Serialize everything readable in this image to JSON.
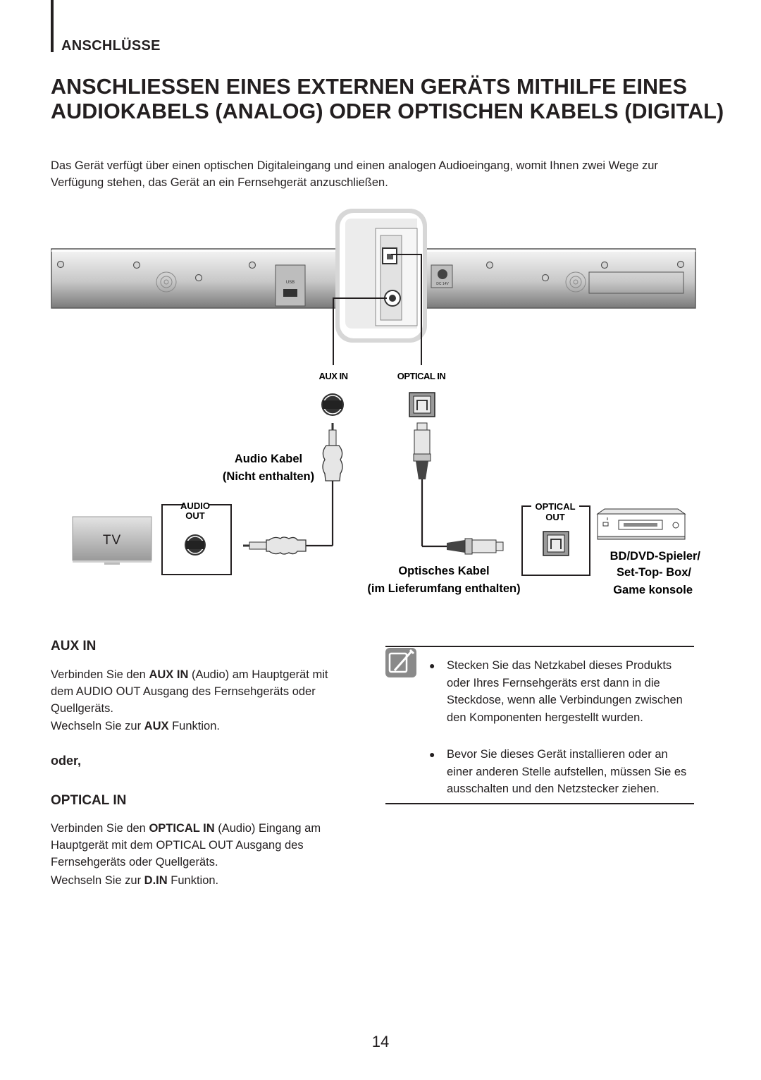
{
  "section": "ANSCHLÜSSE",
  "title": "ANSCHLIESSEN EINES EXTERNEN GERÄTS MITHILFE EINES AUDIOKABELS (ANALOG) ODER OPTISCHEN KABELS (DIGITAL)",
  "intro": "Das Gerät verfügt über einen optischen Digitaleingang und einen analogen Audioeingang, womit Ihnen zwei Wege zur Verfügung stehen, das Gerät an ein Fernsehgerät anzuschließen.",
  "diagram": {
    "aux_in_label": "AUX IN",
    "optical_in_label": "OPTICAL IN",
    "audio_cable": [
      "Audio Kabel",
      "(Nicht enthalten)"
    ],
    "audio_out": [
      "AUDIO",
      "OUT"
    ],
    "tv_label": "TV",
    "optical_out": [
      "OPTICAL",
      "OUT"
    ],
    "optical_cable": [
      "Optisches Kabel",
      "(im Lieferumfang enthalten)"
    ],
    "device": [
      "BD/DVD-Spieler/",
      "Set-Top- Box/",
      "Game konsole"
    ]
  },
  "aux": {
    "heading": "AUX IN",
    "p1_a": "Verbinden Sie den ",
    "p1_b": "AUX IN",
    "p1_c": " (Audio) am Hauptgerät mit dem AUDIO OUT Ausgang des Fernsehgeräts oder Quellgeräts.",
    "p2_a": "Wechseln Sie zur ",
    "p2_b": "AUX",
    "p2_c": " Funktion."
  },
  "oder": "oder,",
  "optical": {
    "heading": "OPTICAL IN",
    "p1_a": "Verbinden Sie den ",
    "p1_b": "OPTICAL IN",
    "p1_c": " (Audio) Eingang am Hauptgerät mit dem OPTICAL OUT Ausgang des Fernsehgeräts oder Quellgeräts.",
    "p2_a": "Wechseln Sie zur ",
    "p2_b": "D.IN",
    "p2_c": " Funktion."
  },
  "notes": [
    "Stecken Sie das Netzkabel dieses Produkts oder Ihres Fernsehgeräts erst dann in die Steckdose, wenn alle Verbindungen zwischen den Komponenten hergestellt wurden.",
    "Bevor Sie dieses Gerät installieren oder an einer anderen Stelle aufstellen, müssen Sie es ausschalten und den Netzstecker ziehen."
  ],
  "bullet_symbol": "●",
  "page_number": "14"
}
